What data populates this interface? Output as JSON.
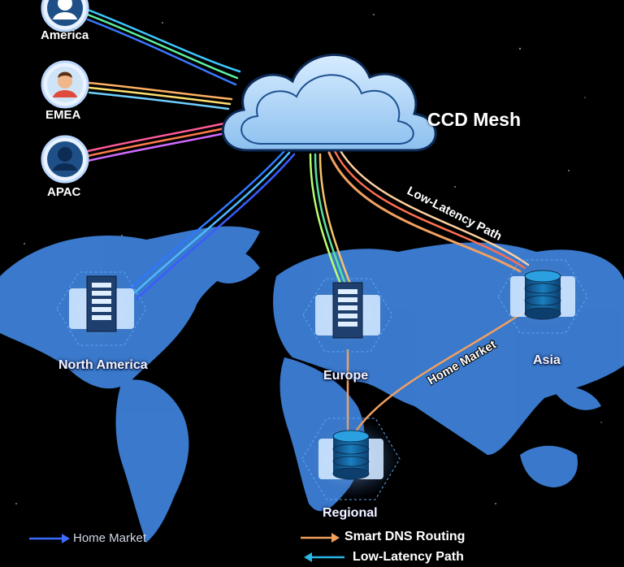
{
  "diagram": {
    "title": "CCD Mesh",
    "users": [
      {
        "id": "america",
        "label": "America",
        "icon": "user-avatar-icon"
      },
      {
        "id": "emea",
        "label": "EMEA",
        "icon": "user-avatar-icon"
      },
      {
        "id": "apac",
        "label": "APAC",
        "icon": "user-avatar-icon"
      }
    ],
    "cloud": {
      "icon": "cloud-icon"
    },
    "nodes": [
      {
        "id": "north-america",
        "label": "North America",
        "icon": "server-rack-icon"
      },
      {
        "id": "europe",
        "label": "Europe",
        "icon": "server-rack-icon"
      },
      {
        "id": "asia",
        "label": "Asia",
        "icon": "database-icon"
      },
      {
        "id": "regional",
        "label": "Regional",
        "icon": "database-icon"
      }
    ],
    "path_labels": {
      "low_latency": "Low-Latency Path",
      "home_market": "Home Market"
    },
    "legend": [
      {
        "label": "Home Market",
        "color": "#3b6bff"
      },
      {
        "label": "Smart DNS Routing",
        "color": "#f2a05a"
      },
      {
        "label": "Low-Latency Path",
        "color": "#2bb6e6"
      }
    ],
    "colors": {
      "background": "#000000",
      "map": "#3d7fd6",
      "cloud": "#a9d3f7",
      "orange_route": "#f0a060",
      "blue_route": "#3a78ff"
    }
  }
}
